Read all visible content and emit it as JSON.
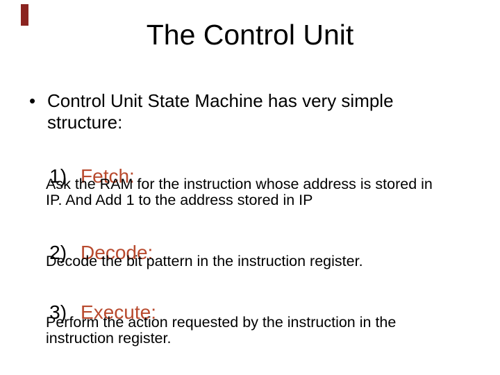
{
  "slide": {
    "title": "The Control Unit",
    "bullet": {
      "marker": "•",
      "lines": {
        "0": "Control Unit State Machine has very simple",
        "1": "structure:"
      }
    },
    "steps": {
      "0": {
        "number": "1)",
        "label": "Fetch:",
        "detail_lines": {
          "0": "Ask the RAM for the instruction whose address is stored in",
          "1": "IP. And Add 1 to the address stored in IP"
        }
      },
      "1": {
        "number": "2)",
        "label": "Decode:",
        "detail_lines": {
          "0": "Decode the bit pattern in the instruction register."
        }
      },
      "2": {
        "number": "3)",
        "label": "Execute:",
        "detail_lines": {
          "0": "Perform the action requested by the instruction in the",
          "1": "instruction register."
        }
      }
    },
    "colors": {
      "background": "#FFFFFF",
      "text": "#000000",
      "step_label_accent": "#B84A2E",
      "corner_mark": "#8B2420"
    }
  }
}
